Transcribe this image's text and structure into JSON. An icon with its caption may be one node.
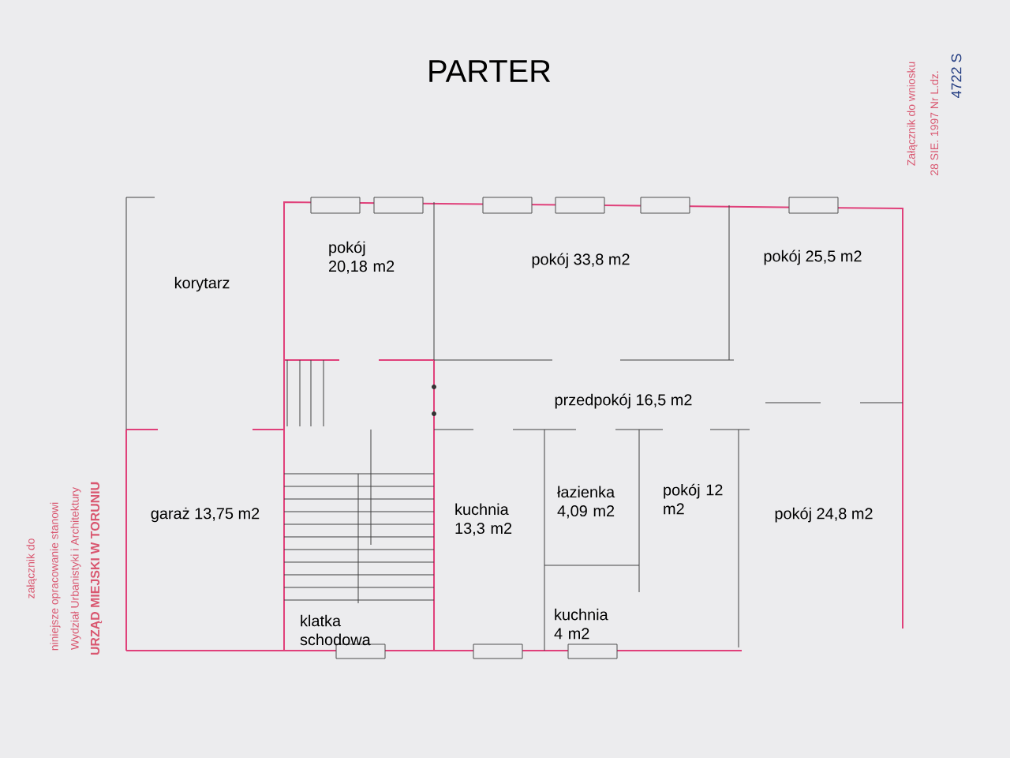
{
  "diagram": {
    "title": "PARTER",
    "labels": [
      "Załącznik do wniosku",
      "28 SIE. 1997 Nr L.dz.",
      "4722 S",
      "korytarz",
      "pokój 20,18 m2",
      "pokój 33,8 m2",
      "pokój 25,5 m2",
      "przedpokój 16,5 m2",
      "garaż 13,75 m2",
      "kuchnia 13,3 m2",
      "łazienka 4,09 m2",
      "pokój 12 m2",
      "pokój 24,8 m2",
      "kuchnia 4 m2",
      "klatka schodowa",
      "URZĄD MIEJSKI W TORUNIU",
      "Wydział Urbanistyki i Architektury",
      "niniejsze opracowanie stanowi",
      "załącznik do"
    ]
  }
}
